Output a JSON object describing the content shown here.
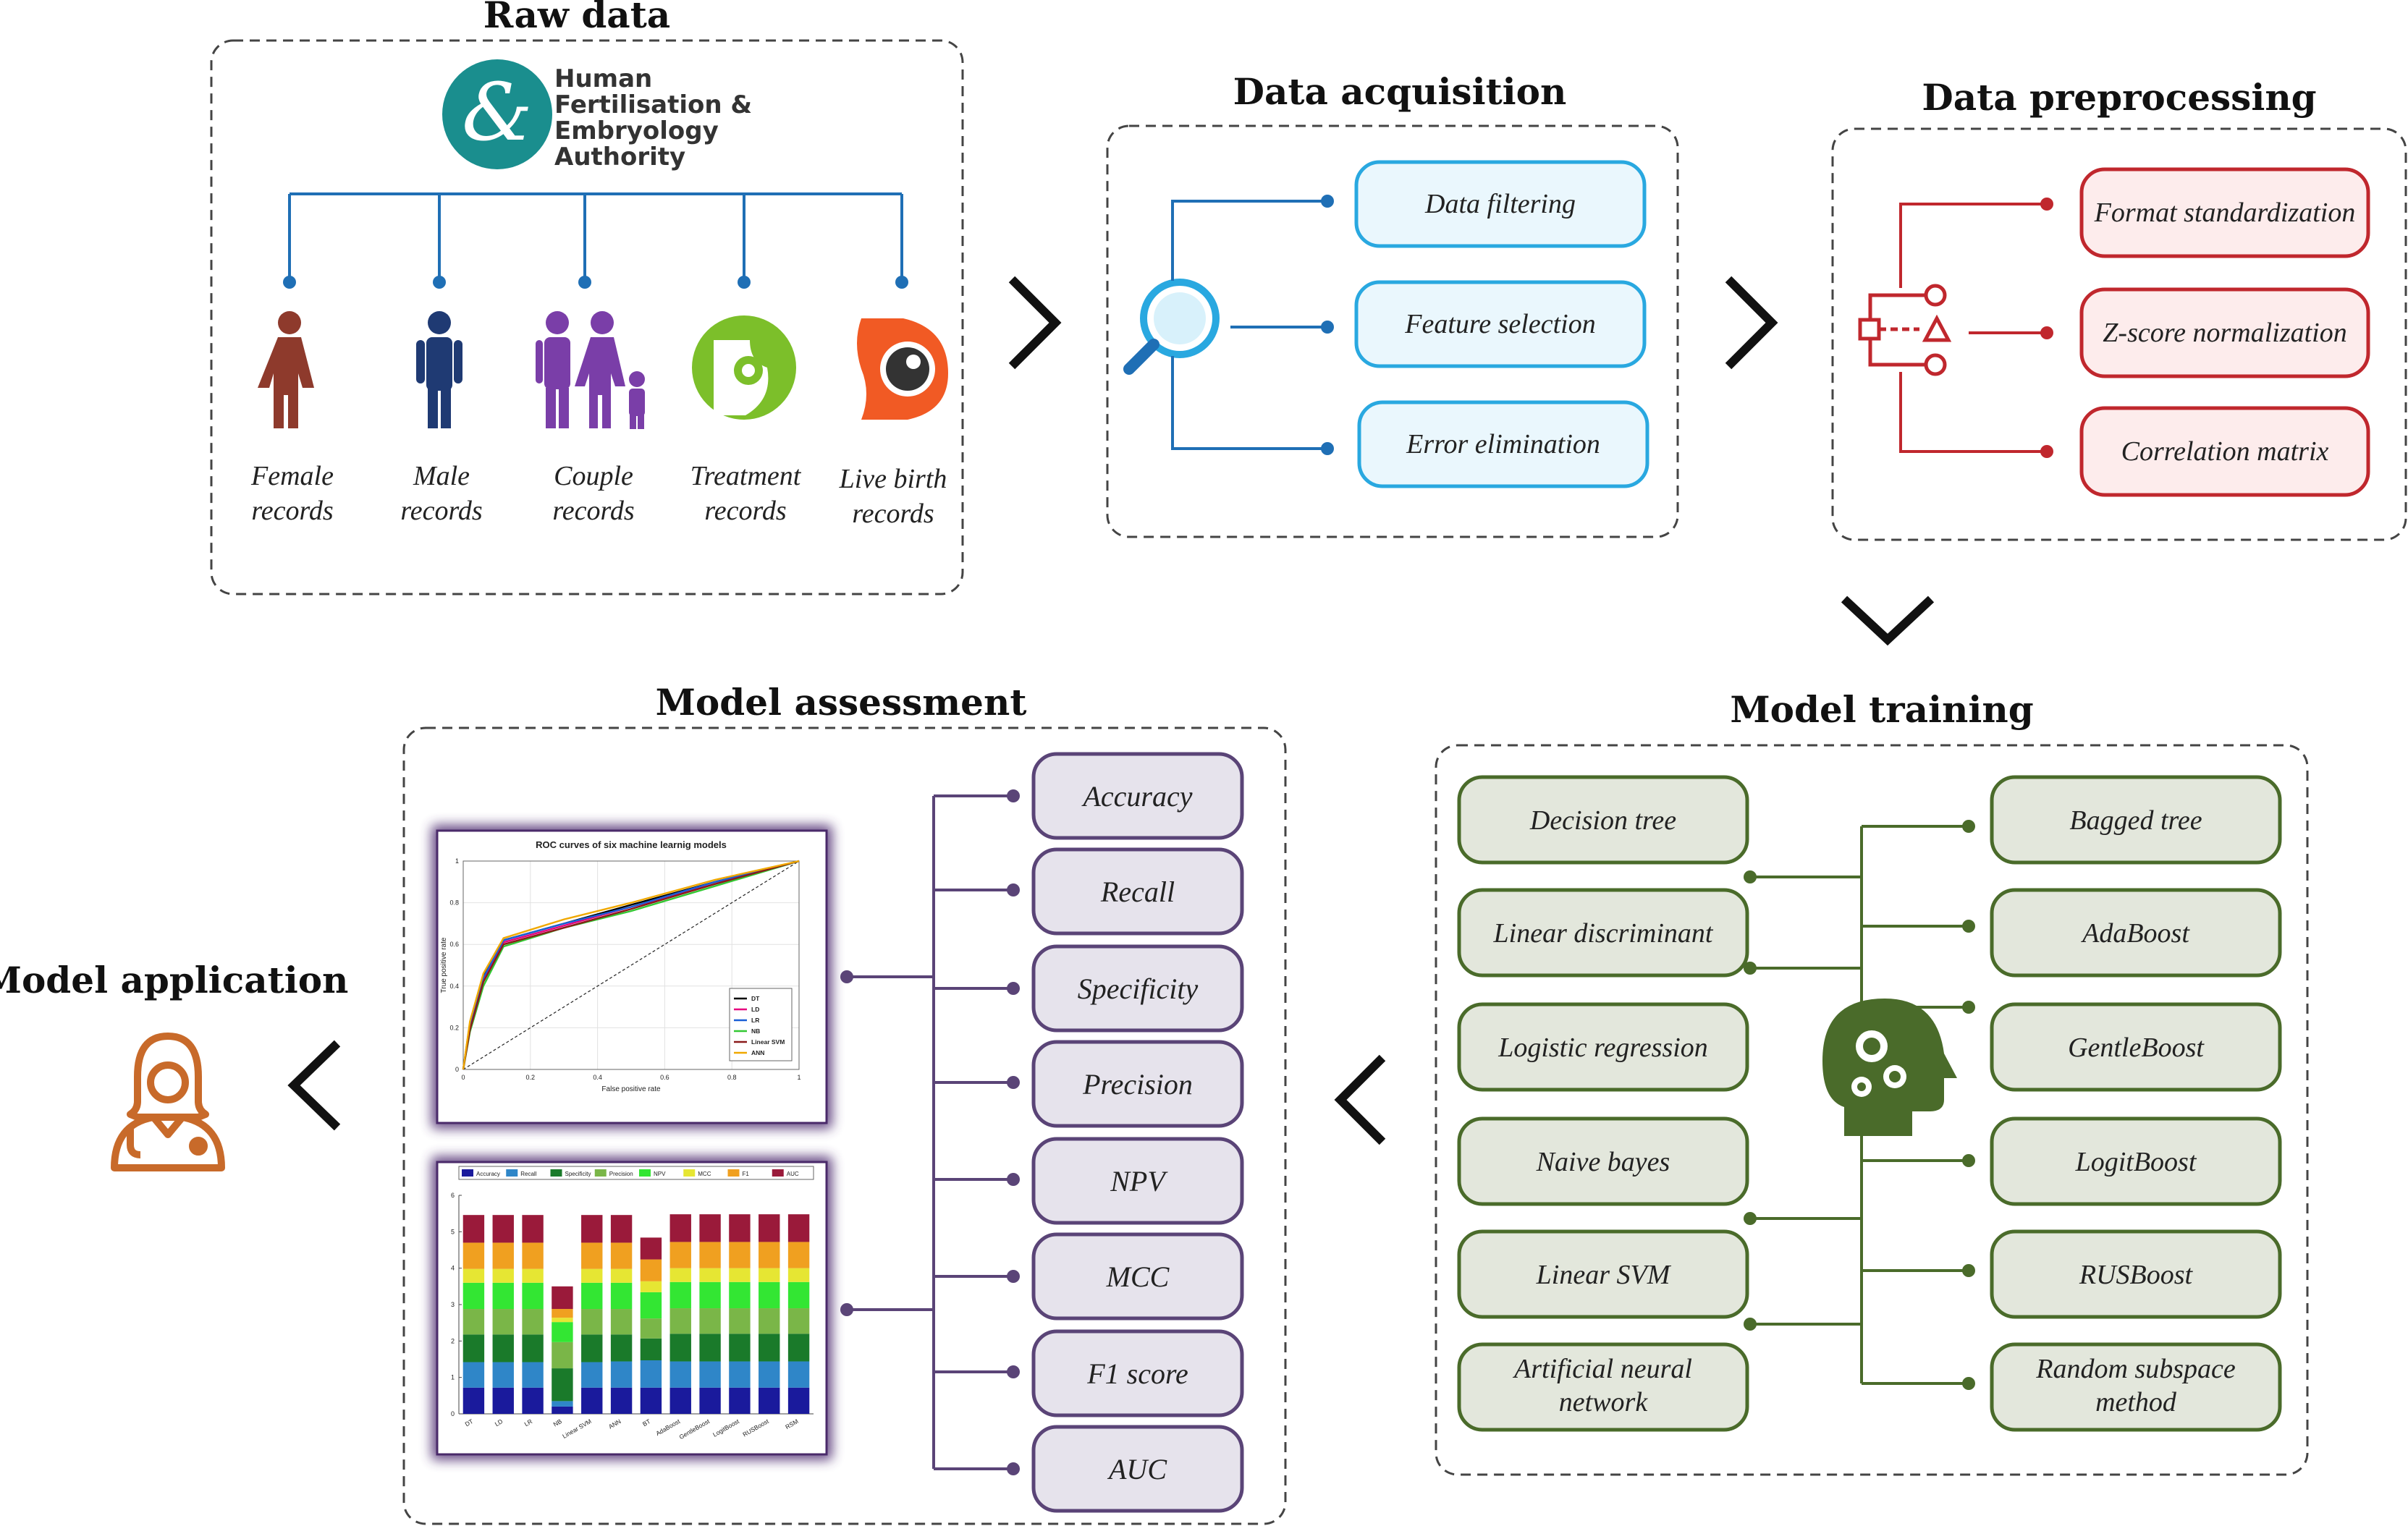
{
  "sections": {
    "raw_data": "Raw data",
    "data_acquisition": "Data acquisition",
    "data_preprocessing": "Data preprocessing",
    "model_training": "Model training",
    "model_assessment": "Model assessment",
    "model_application": "Model application"
  },
  "logo": {
    "line1": "Human",
    "line2": "Fertilisation &",
    "line3": "Embryology",
    "line4": "Authority"
  },
  "raw_records": [
    {
      "line1": "Female",
      "line2": "records"
    },
    {
      "line1": "Male",
      "line2": "records"
    },
    {
      "line1": "Couple",
      "line2": "records"
    },
    {
      "line1": "Treatment",
      "line2": "records"
    },
    {
      "line1": "Live birth",
      "line2": "records"
    }
  ],
  "acquisition_steps": [
    "Data filtering",
    "Feature selection",
    "Error elimination"
  ],
  "preprocessing_steps": [
    "Format standardization",
    "Z-score normalization",
    "Correlation matrix"
  ],
  "training_models_left": [
    {
      "line1": "Decision tree",
      "line2": ""
    },
    {
      "line1": "Linear discriminant",
      "line2": ""
    },
    {
      "line1": "Logistic regression",
      "line2": ""
    },
    {
      "line1": "Naive bayes",
      "line2": ""
    },
    {
      "line1": "Linear SVM",
      "line2": ""
    },
    {
      "line1": "Artificial neural",
      "line2": "network"
    }
  ],
  "training_models_right": [
    {
      "line1": "Bagged tree",
      "line2": ""
    },
    {
      "line1": "AdaBoost",
      "line2": ""
    },
    {
      "line1": "GentleBoost",
      "line2": ""
    },
    {
      "line1": "LogitBoost",
      "line2": ""
    },
    {
      "line1": "RUSBoost",
      "line2": ""
    },
    {
      "line1": "Random subspace",
      "line2": "method"
    }
  ],
  "assessment_metrics": [
    "Accuracy",
    "Recall",
    "Specificity",
    "Precision",
    "NPV",
    "MCC",
    "F1 score",
    "AUC"
  ],
  "colors": {
    "acq_stroke": "#29a8e0",
    "acq_fill": "#eaf7fd",
    "acq_line": "#1f6fb5",
    "pre_stroke": "#c0272d",
    "pre_fill": "#fdecec",
    "train_stroke": "#4a6b2a",
    "train_fill": "#e3e7dc",
    "assess_stroke": "#5a4477",
    "assess_fill": "#e6e3ec",
    "raw_line": "#1f6fb5",
    "logo_teal": "#1a8e8e",
    "female": "#8e3a2c",
    "male": "#1f3a73",
    "couple": "#7a3ea8",
    "treatment": "#7cbf2a",
    "birth": "#f15a24",
    "doctor": "#c86a2a"
  },
  "chart_data": [
    {
      "type": "line",
      "title": "ROC curves of six machine learnig models",
      "xlabel": "False positive rate",
      "ylabel": "True positive rate",
      "xlim": [
        0,
        1
      ],
      "ylim": [
        0,
        1
      ],
      "xticks": [
        "0",
        "0.2",
        "0.4",
        "0.6",
        "0.8",
        "1"
      ],
      "yticks": [
        "0",
        "0.2",
        "0.4",
        "0.6",
        "0.8",
        "1"
      ],
      "grid": true,
      "legend": "bottom-right",
      "series": [
        {
          "name": "DT",
          "color": "#000000",
          "x": [
            0,
            0.02,
            0.06,
            0.12,
            0.3,
            0.5,
            0.75,
            1
          ],
          "y": [
            0,
            0.22,
            0.45,
            0.62,
            0.7,
            0.79,
            0.9,
            1
          ]
        },
        {
          "name": "LD",
          "color": "#e6007e",
          "x": [
            0,
            0.02,
            0.06,
            0.12,
            0.3,
            0.5,
            0.75,
            1
          ],
          "y": [
            0,
            0.2,
            0.43,
            0.61,
            0.69,
            0.78,
            0.89,
            1
          ]
        },
        {
          "name": "LR",
          "color": "#1a5fd6",
          "x": [
            0,
            0.02,
            0.06,
            0.12,
            0.3,
            0.5,
            0.75,
            1
          ],
          "y": [
            0,
            0.21,
            0.44,
            0.62,
            0.7,
            0.78,
            0.9,
            1
          ]
        },
        {
          "name": "NB",
          "color": "#32c832",
          "x": [
            0,
            0.02,
            0.06,
            0.12,
            0.3,
            0.5,
            0.75,
            1
          ],
          "y": [
            0,
            0.18,
            0.4,
            0.59,
            0.68,
            0.76,
            0.88,
            1
          ]
        },
        {
          "name": "Linear SVM",
          "color": "#8b1a1a",
          "x": [
            0,
            0.02,
            0.06,
            0.12,
            0.3,
            0.5,
            0.75,
            1
          ],
          "y": [
            0,
            0.19,
            0.42,
            0.6,
            0.68,
            0.77,
            0.89,
            1
          ]
        },
        {
          "name": "ANN",
          "color": "#f0a800",
          "x": [
            0,
            0.02,
            0.06,
            0.12,
            0.3,
            0.5,
            0.75,
            1
          ],
          "y": [
            0,
            0.23,
            0.46,
            0.63,
            0.72,
            0.8,
            0.91,
            1
          ]
        }
      ]
    },
    {
      "type": "bar",
      "stacked": true,
      "categories": [
        "DT",
        "LD",
        "LR",
        "NB",
        "Linear SVM",
        "ANN",
        "BT",
        "AdaBoost",
        "GentleBoost",
        "LogitBoost",
        "RUSBoost",
        "RSM"
      ],
      "ylim": [
        0,
        6
      ],
      "yticks": [
        "0",
        "1",
        "2",
        "3",
        "4",
        "5",
        "6"
      ],
      "legend": "top",
      "series": [
        {
          "name": "Accuracy",
          "color": "#1a1a9c",
          "values": [
            0.72,
            0.72,
            0.72,
            0.2,
            0.72,
            0.72,
            0.72,
            0.72,
            0.72,
            0.72,
            0.72,
            0.72
          ]
        },
        {
          "name": "Recall",
          "color": "#2f86c8",
          "values": [
            0.7,
            0.7,
            0.7,
            0.15,
            0.7,
            0.72,
            0.75,
            0.72,
            0.72,
            0.72,
            0.72,
            0.72
          ]
        },
        {
          "name": "Specificity",
          "color": "#1a7a2a",
          "values": [
            0.76,
            0.76,
            0.76,
            0.9,
            0.76,
            0.74,
            0.6,
            0.76,
            0.76,
            0.76,
            0.76,
            0.76
          ]
        },
        {
          "name": "Precision",
          "color": "#7ab648",
          "values": [
            0.7,
            0.7,
            0.7,
            0.72,
            0.7,
            0.7,
            0.55,
            0.7,
            0.7,
            0.7,
            0.7,
            0.7
          ]
        },
        {
          "name": "NPV",
          "color": "#33e633",
          "values": [
            0.72,
            0.72,
            0.72,
            0.55,
            0.72,
            0.72,
            0.72,
            0.72,
            0.72,
            0.72,
            0.72,
            0.72
          ]
        },
        {
          "name": "MCC",
          "color": "#e6e633",
          "values": [
            0.38,
            0.38,
            0.38,
            0.12,
            0.38,
            0.38,
            0.3,
            0.38,
            0.38,
            0.38,
            0.38,
            0.38
          ]
        },
        {
          "name": "F1",
          "color": "#f0a020",
          "values": [
            0.72,
            0.72,
            0.72,
            0.24,
            0.72,
            0.72,
            0.6,
            0.72,
            0.72,
            0.72,
            0.72,
            0.72
          ]
        },
        {
          "name": "AUC",
          "color": "#9a1a3a",
          "values": [
            0.76,
            0.76,
            0.76,
            0.62,
            0.76,
            0.76,
            0.6,
            0.76,
            0.76,
            0.76,
            0.76,
            0.76
          ]
        }
      ]
    }
  ]
}
